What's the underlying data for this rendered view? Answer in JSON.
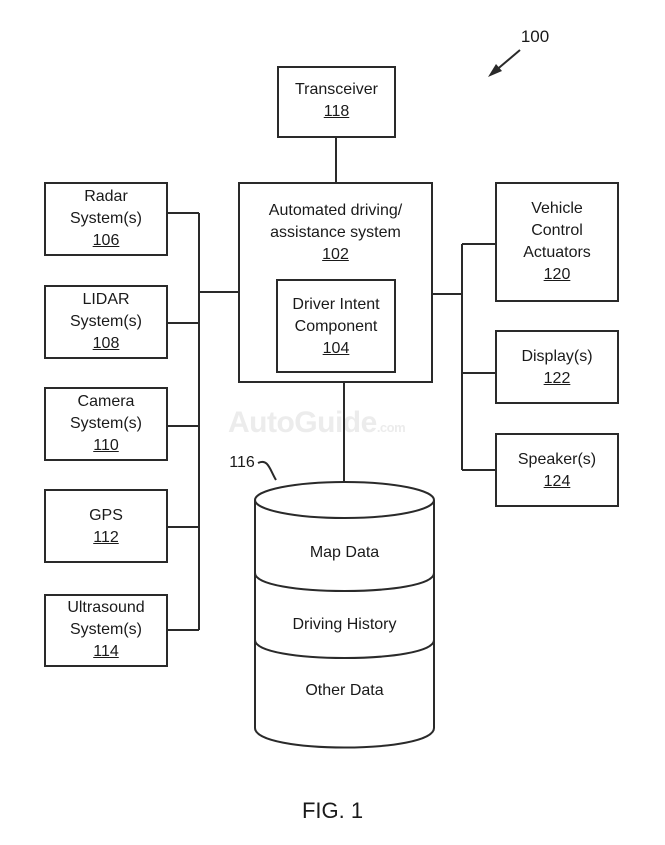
{
  "figure": {
    "ref_main": "100",
    "caption": "FIG. 1",
    "watermark": "AutoGuide",
    "watermark_suffix": ".com"
  },
  "transceiver": {
    "line1": "Transceiver",
    "ref": "118"
  },
  "automated": {
    "line1": "Automated driving/",
    "line2": "assistance system",
    "ref": "102"
  },
  "driver_intent": {
    "line1": "Driver Intent",
    "line2": "Component",
    "ref": "104"
  },
  "radar": {
    "line1": "Radar",
    "line2": "System(s)",
    "ref": "106"
  },
  "lidar": {
    "line1": "LIDAR",
    "line2": "System(s)",
    "ref": "108"
  },
  "camera": {
    "line1": "Camera",
    "line2": "System(s)",
    "ref": "110"
  },
  "gps": {
    "line1": "GPS",
    "ref": "112"
  },
  "ultrasound": {
    "line1": "Ultrasound",
    "line2": "System(s)",
    "ref": "114"
  },
  "actuators": {
    "line1": "Vehicle",
    "line2": "Control",
    "line3": "Actuators",
    "ref": "120"
  },
  "display": {
    "line1": "Display(s)",
    "ref": "122"
  },
  "speaker": {
    "line1": "Speaker(s)",
    "ref": "124"
  },
  "database": {
    "ref": "116",
    "section1": "Map Data",
    "section2": "Driving History",
    "section3": "Other Data"
  }
}
